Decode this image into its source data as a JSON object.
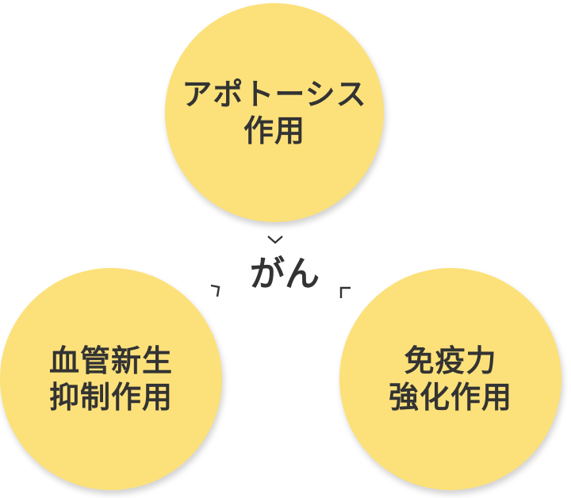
{
  "diagram": {
    "center": {
      "label": "がん"
    },
    "nodes": [
      {
        "id": "top",
        "lines": [
          "アポトーシス",
          "作用"
        ]
      },
      {
        "id": "left",
        "lines": [
          "血管新生",
          "抑制作用"
        ]
      },
      {
        "id": "right",
        "lines": [
          "免疫力",
          "強化作用"
        ]
      }
    ],
    "colors": {
      "circle_fill": "#FCE17A",
      "text": "#333333",
      "background": "#FFFFFF"
    },
    "arrows": [
      {
        "from": "top",
        "to": "center",
        "glyph": "chevron-down"
      },
      {
        "from": "left",
        "to": "center",
        "glyph": "corner-arrow"
      },
      {
        "from": "right",
        "to": "center",
        "glyph": "corner-arrow"
      }
    ]
  }
}
